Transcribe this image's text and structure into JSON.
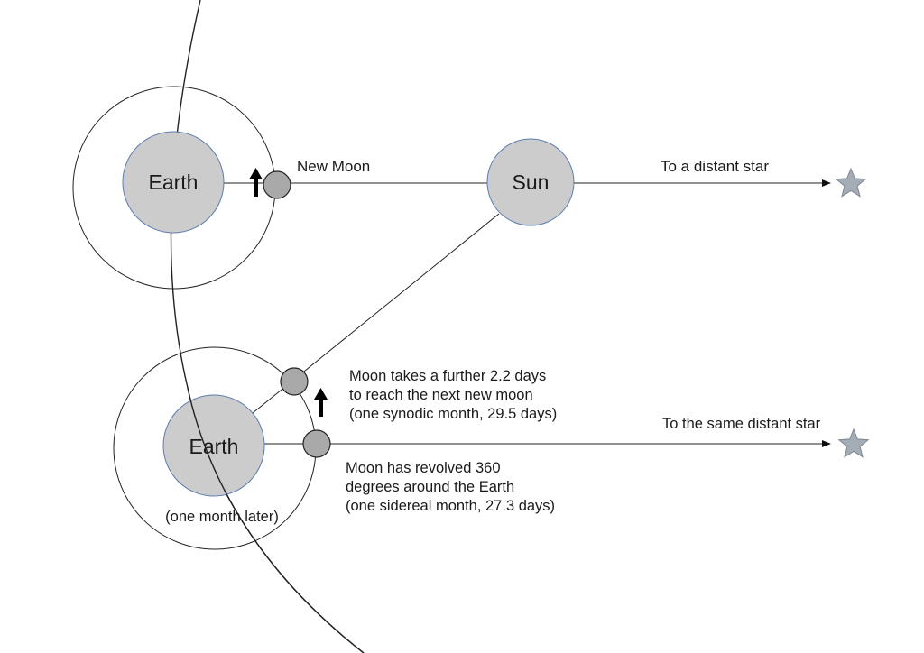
{
  "labels": {
    "earth_top": "Earth",
    "sun": "Sun",
    "new_moon": "New Moon",
    "to_distant_star": "To a distant star",
    "earth_bottom": "Earth",
    "one_month_later": "(one month later)",
    "to_same_star": "To the same distant star"
  },
  "notes": {
    "synodic": [
      "Moon takes a further 2.2 days",
      "to reach the next new moon",
      "(one synodic month, 29.5 days)"
    ],
    "sidereal": [
      "Moon has revolved 360",
      "degrees around the Earth",
      "(one sidereal month, 27.3 days)"
    ]
  },
  "colors": {
    "body_fill": "#cccccc",
    "body_stroke": "#5b7db0",
    "moon_fill": "#a9a9a9",
    "star_fill": "#a4acb6"
  }
}
